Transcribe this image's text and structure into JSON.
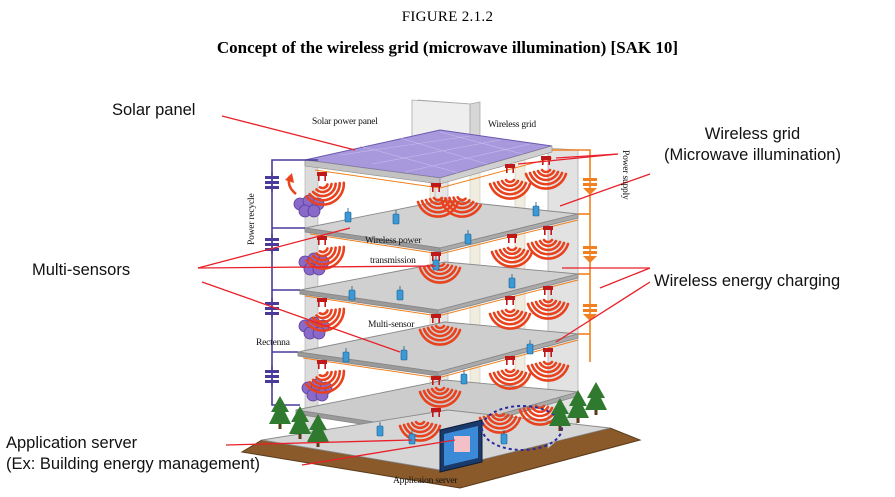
{
  "figure": {
    "number": "FIGURE 2.1.2",
    "title": "Concept of the wireless grid (microwave illumination) [SAK 10]"
  },
  "callouts": {
    "solar_panel": "Solar panel",
    "wireless_grid_line1": "Wireless grid",
    "wireless_grid_line2": "(Microwave illumination)",
    "multi_sensors": "Multi-sensors",
    "wireless_energy_charging": "Wireless energy charging",
    "app_server_line1": "Application server",
    "app_server_line2": "(Ex: Building energy management)"
  },
  "inner_labels": {
    "solar_power_panel": "Solar power panel",
    "wireless_grid": "Wireless grid",
    "power_recycle": "Power recycle",
    "power_supply": "Power supply",
    "wireless_power_line1": "Wireless power",
    "wireless_power_line2": "transmission",
    "multi_sensor": "Multi-sensor",
    "rectenna": "Rectenna",
    "application_server": "Applicaion server"
  },
  "colors": {
    "leader_line": "#e8202a",
    "microwave": "#e8431e",
    "power_supply": "#f08020",
    "power_recycle": "#4a3a9a",
    "solar_panel": "#9a8ad0",
    "floor": "#c8c8c8",
    "tree": "#2f7a2f",
    "ground": "#8a5a2a"
  }
}
